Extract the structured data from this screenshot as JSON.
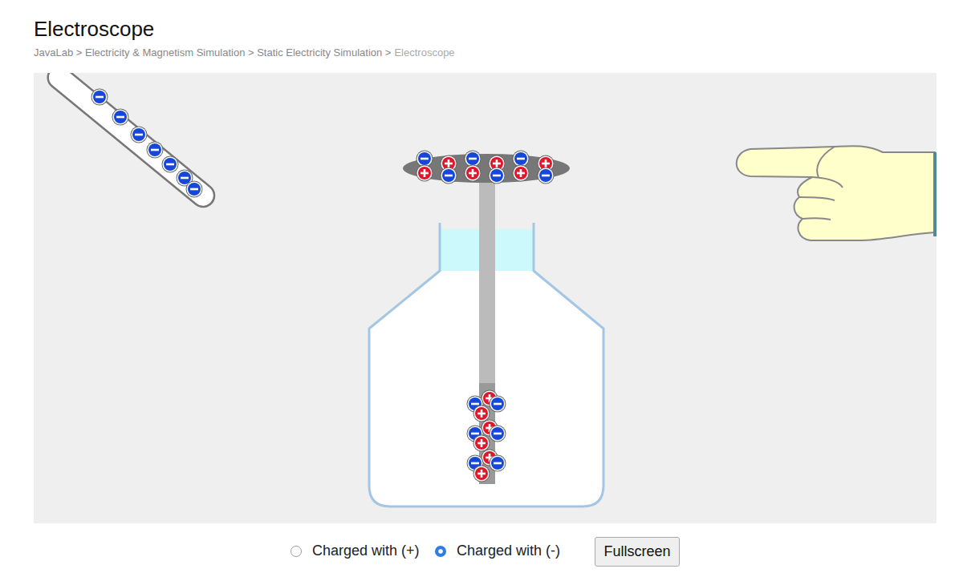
{
  "diagram": {
    "title": "Electroscope",
    "nodes": [
      {
        "text": [
          "Fullscreen"
        ]
      }
    ],
    "labels": [
      "JavaLab > Electricity & Magnetism Simulation > Static Electricity Simulation >",
      "Electroscope",
      "Charged with (+)",
      "Charged with (-)"
    ]
  }
}
